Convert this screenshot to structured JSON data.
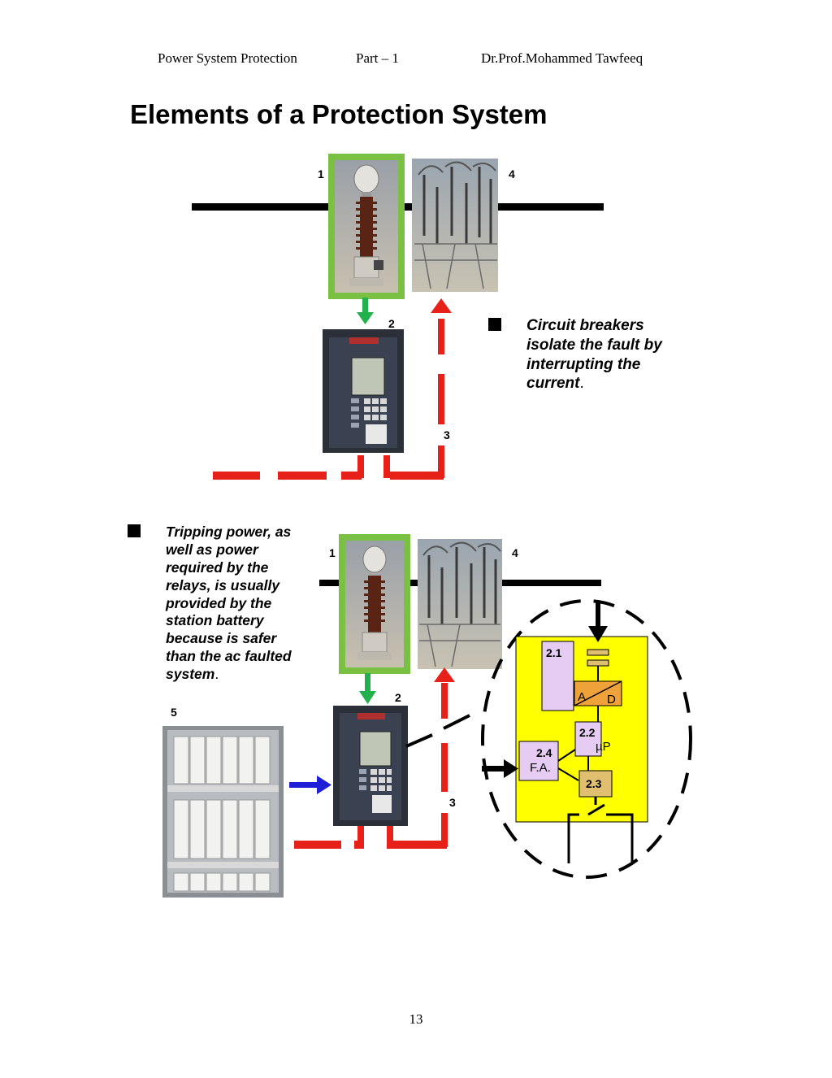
{
  "header": {
    "course": "Power System Protection",
    "part": "Part – 1",
    "author": "Dr.Prof.Mohammed Tawfeeq"
  },
  "title": "Elements of a Protection System",
  "figure1": {
    "labels": {
      "ct": "1",
      "relay": "2",
      "trip": "3",
      "breaker": "4"
    },
    "bullet": {
      "lines": [
        "Circuit breakers",
        "isolate the fault by",
        "interrupting the",
        "current"
      ],
      "end": "."
    }
  },
  "figure2": {
    "labels": {
      "ct": "1",
      "relay": "2",
      "trip": "3",
      "breaker": "4",
      "battery": "5"
    },
    "bullet": {
      "lines": [
        "Tripping power, as",
        "well as power",
        "required by the",
        "relays, is usually",
        "provided by the",
        "station battery",
        "because is safer",
        "than the ac faulted",
        "system"
      ],
      "end": "."
    },
    "relay_internals": {
      "b21": "2.1",
      "ad_a": "A",
      "ad_d": "D",
      "b22": "2.2",
      "b22_sub": "µP",
      "b24": "2.4",
      "b24_sub": "F.A.",
      "b23": "2.3"
    }
  },
  "page_number": "13",
  "colors": {
    "ct_frame": "#7ac143",
    "arrow_green": "#22b14c",
    "trip_red": "#e8201a",
    "battery_arrow": "#1f1fd8",
    "panel_yellow": "#ffff00",
    "block_lilac": "#e6ccf2",
    "block_orange": "#f0a23a",
    "block_tan": "#e0c070"
  }
}
